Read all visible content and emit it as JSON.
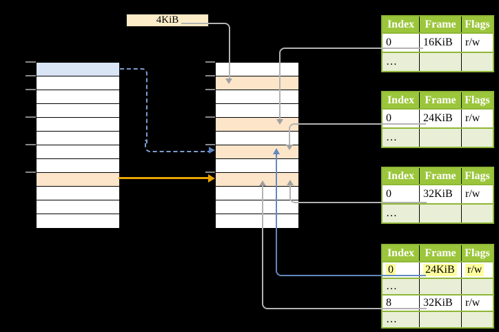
{
  "label_4kib": "4KiB",
  "colors": {
    "table_header_green": "#9bc63b",
    "table_border_green": "#8fb637",
    "table_alt_row_green": "#e8efd6",
    "frame_peach": "#fce5c9",
    "virtual_page_blue": "#d9e5f5",
    "label_cream": "#fdecc8",
    "highlight_yellow": "#ffff9e",
    "connector_gray": "#b3b3b3",
    "connector_blue": "#6288c0",
    "connector_blue_dashed": "#7d9ed2",
    "connector_orange": "#eaa400"
  },
  "tables": [
    {
      "id": "page-table-16kib",
      "headers": [
        "Index",
        "Frame",
        "Flags"
      ],
      "rows": [
        {
          "cells": [
            "0",
            "16KiB",
            "r/w"
          ],
          "highlight": false
        },
        {
          "cells": [
            "…",
            "",
            ""
          ],
          "highlight": false
        }
      ]
    },
    {
      "id": "page-table-24kib",
      "headers": [
        "Index",
        "Frame",
        "Flags"
      ],
      "rows": [
        {
          "cells": [
            "0",
            "24KiB",
            "r/w"
          ],
          "highlight": false
        },
        {
          "cells": [
            "…",
            "",
            ""
          ],
          "highlight": false
        }
      ]
    },
    {
      "id": "page-table-32kib",
      "headers": [
        "Index",
        "Frame",
        "Flags"
      ],
      "rows": [
        {
          "cells": [
            "0",
            "32KiB",
            "r/w"
          ],
          "highlight": false
        },
        {
          "cells": [
            "…",
            "",
            ""
          ],
          "highlight": false
        }
      ]
    },
    {
      "id": "active-page-table",
      "headers": [
        "Index",
        "Frame",
        "Flags"
      ],
      "rows": [
        {
          "cells": [
            "0",
            "24KiB",
            "r/w"
          ],
          "highlight": true
        },
        {
          "cells": [
            "…",
            "",
            ""
          ],
          "highlight": false
        },
        {
          "cells": [
            "8",
            "32KiB",
            "r/w"
          ],
          "highlight": false
        },
        {
          "cells": [
            "…",
            "",
            ""
          ],
          "highlight": false
        }
      ]
    }
  ]
}
